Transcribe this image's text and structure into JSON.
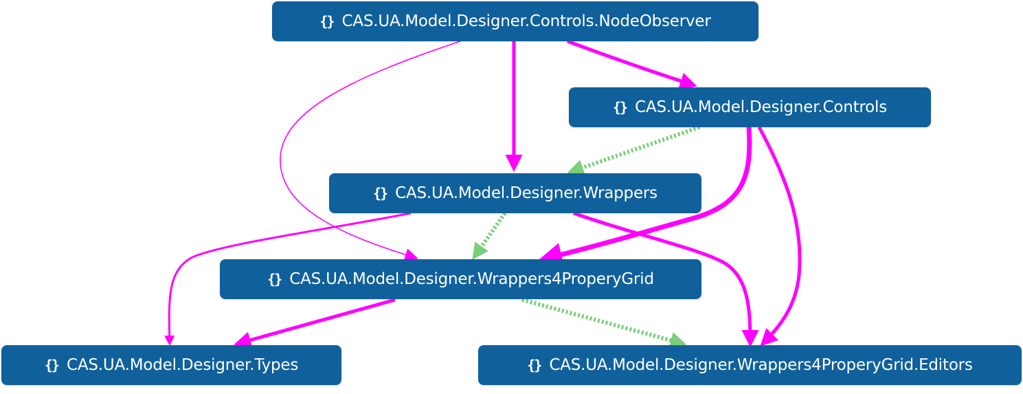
{
  "diagram": {
    "icon_glyph": "{}",
    "colors": {
      "node_fill": "#10609c",
      "node_text": "#ffffff",
      "edge_uses": "#ff00ff",
      "edge_inherits": "#7cce7c"
    },
    "nodes": [
      {
        "id": "n1",
        "label": "CAS.UA.Model.Designer.Controls.NodeObserver"
      },
      {
        "id": "n2",
        "label": "CAS.UA.Model.Designer.Controls"
      },
      {
        "id": "n3",
        "label": "CAS.UA.Model.Designer.Wrappers"
      },
      {
        "id": "n4",
        "label": "CAS.UA.Model.Designer.Wrappers4ProperyGrid"
      },
      {
        "id": "n5",
        "label": "CAS.UA.Model.Designer.Types"
      },
      {
        "id": "n6",
        "label": "CAS.UA.Model.Designer.Wrappers4ProperyGrid.Editors"
      }
    ],
    "edges": [
      {
        "from": "n1",
        "to": "n3",
        "style": "uses",
        "weight": "heavy"
      },
      {
        "from": "n1",
        "to": "n2",
        "style": "uses",
        "weight": "heavy"
      },
      {
        "from": "n1",
        "to": "n4",
        "style": "uses",
        "weight": "thin"
      },
      {
        "from": "n2",
        "to": "n3",
        "style": "inherits",
        "weight": "dotted"
      },
      {
        "from": "n2",
        "to": "n4",
        "style": "uses",
        "weight": "heaviest"
      },
      {
        "from": "n2",
        "to": "n6",
        "style": "uses",
        "weight": "heavy"
      },
      {
        "from": "n3",
        "to": "n5",
        "style": "uses",
        "weight": "medium"
      },
      {
        "from": "n3",
        "to": "n4",
        "style": "inherits",
        "weight": "dotted"
      },
      {
        "from": "n3",
        "to": "n6",
        "style": "uses",
        "weight": "heavy"
      },
      {
        "from": "n4",
        "to": "n5",
        "style": "uses",
        "weight": "heavy"
      },
      {
        "from": "n4",
        "to": "n6",
        "style": "inherits",
        "weight": "dotted"
      }
    ]
  }
}
